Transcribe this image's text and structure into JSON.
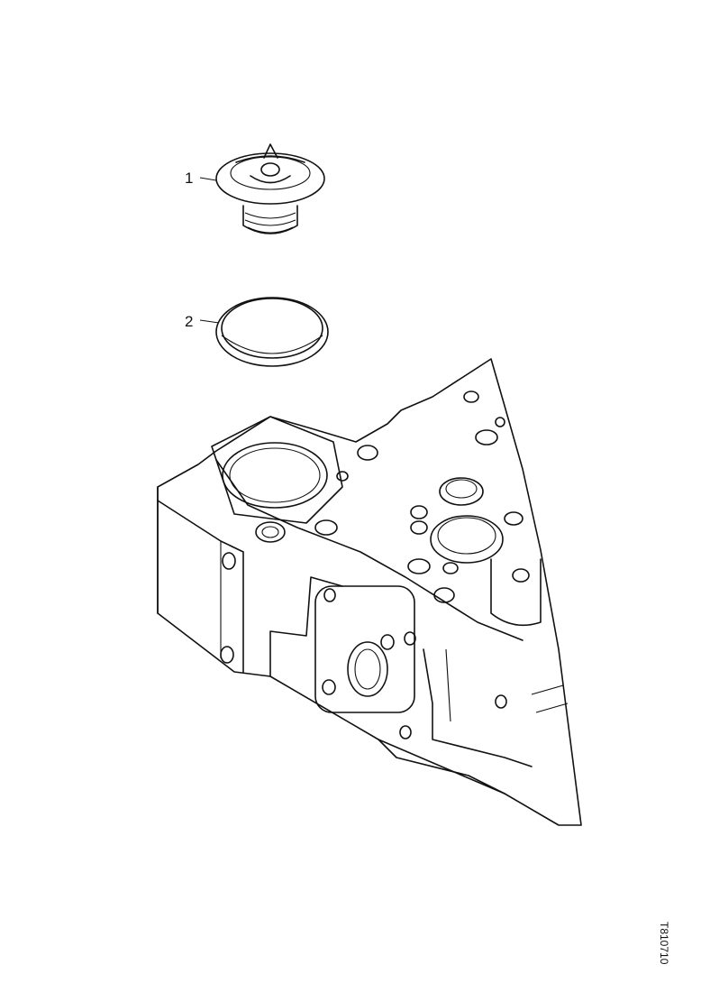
{
  "diagram": {
    "callouts": [
      {
        "label": "1",
        "part": "thermostat"
      },
      {
        "label": "2",
        "part": "gasket-ring"
      }
    ],
    "drawing_code": "T810710"
  }
}
